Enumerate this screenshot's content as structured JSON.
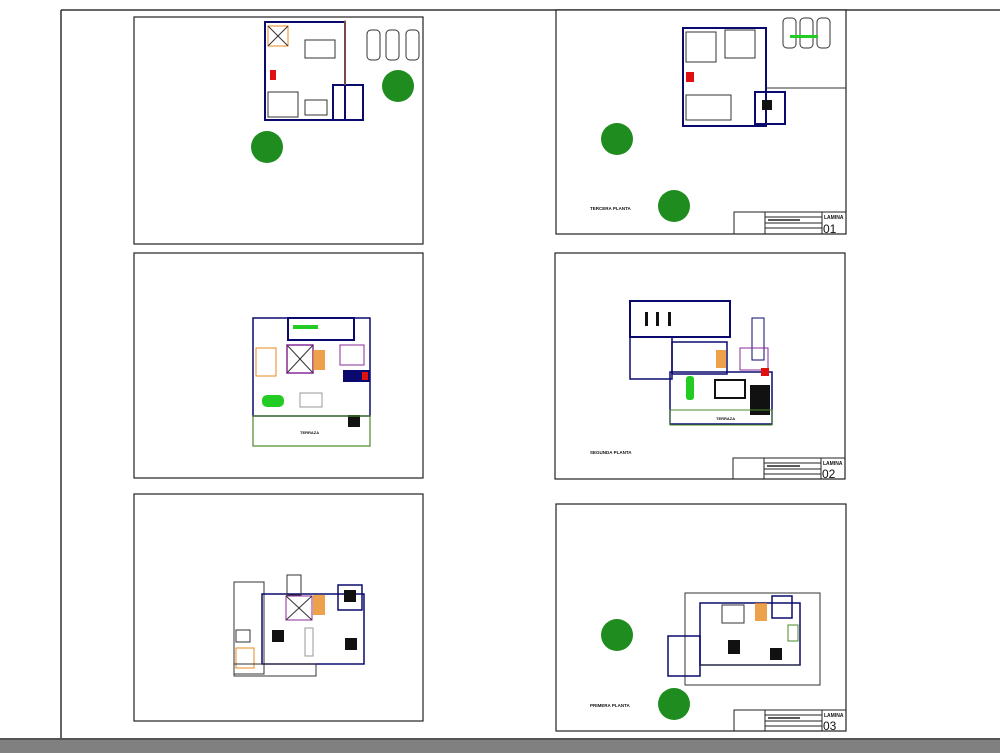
{
  "sheets": {
    "s1": {
      "sheet_title": "TERCERA PLANTA",
      "lamina_label": "LAMINA",
      "lamina_number": "01"
    },
    "s2": {
      "sheet_title": "SEGUNDA PLANTA",
      "lamina_label": "LAMINA",
      "lamina_number": "02",
      "terrace_label": "TERRAZA"
    },
    "s3": {
      "sheet_title": "PRIMERA PLANTA",
      "lamina_label": "LAMINA",
      "lamina_number": "03"
    },
    "left2": {
      "terrace_label": "TERRAZA"
    }
  },
  "colors": {
    "walls": "#0a0a6e",
    "green_text": "#22cc22",
    "tree": "#1e8c1e",
    "stairs": "#e88a1e",
    "purple": "#8a2a9a",
    "terrace": "#4a8a2a",
    "red": "#e01010",
    "status_bar": "#808080"
  }
}
